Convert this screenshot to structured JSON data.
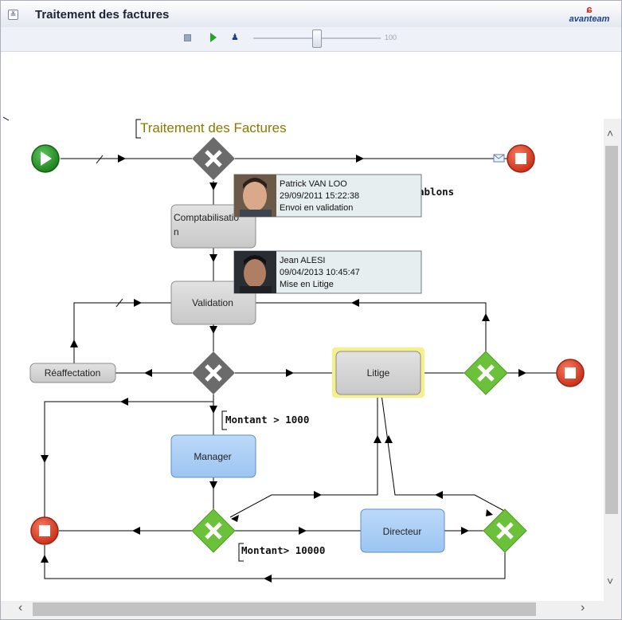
{
  "window": {
    "title": "Traitement des factures",
    "brand": "avanteam",
    "collapse_glyph": "≚"
  },
  "toolbar": {
    "slider_value": 50,
    "slider_max": "100"
  },
  "process": {
    "title": "Traitement des Factures"
  },
  "tasks": {
    "comptabilisation_line1": "Comptabilisatio",
    "comptabilisation_line2": "n",
    "validation": "Validation",
    "reaffectation": "Réaffectation",
    "litige": "Litige",
    "manager": "Manager",
    "directeur": "Directeur"
  },
  "conditions": {
    "montant_1000": "Montant > 1000",
    "montant_10000": "Montant> 10000",
    "hidden_label_fragment": "ablons"
  },
  "history": [
    {
      "name": "Patrick VAN LOO",
      "date": "29/09/2011 15:22:38",
      "action": "Envoi en validation"
    },
    {
      "name": "Jean ALESI",
      "date": "09/04/2013 10:45:47",
      "action": "Mise en Litige"
    }
  ],
  "colors": {
    "start": "#1f8a1f",
    "end": "#e03a22",
    "gateway_exclusive": "#6b6b6b",
    "gateway_active": "#6cc13a",
    "task_default": "#d3d3d3",
    "task_human": "#a9cdf5",
    "highlight": "#f5ef8c",
    "title": "#8a7a00"
  }
}
